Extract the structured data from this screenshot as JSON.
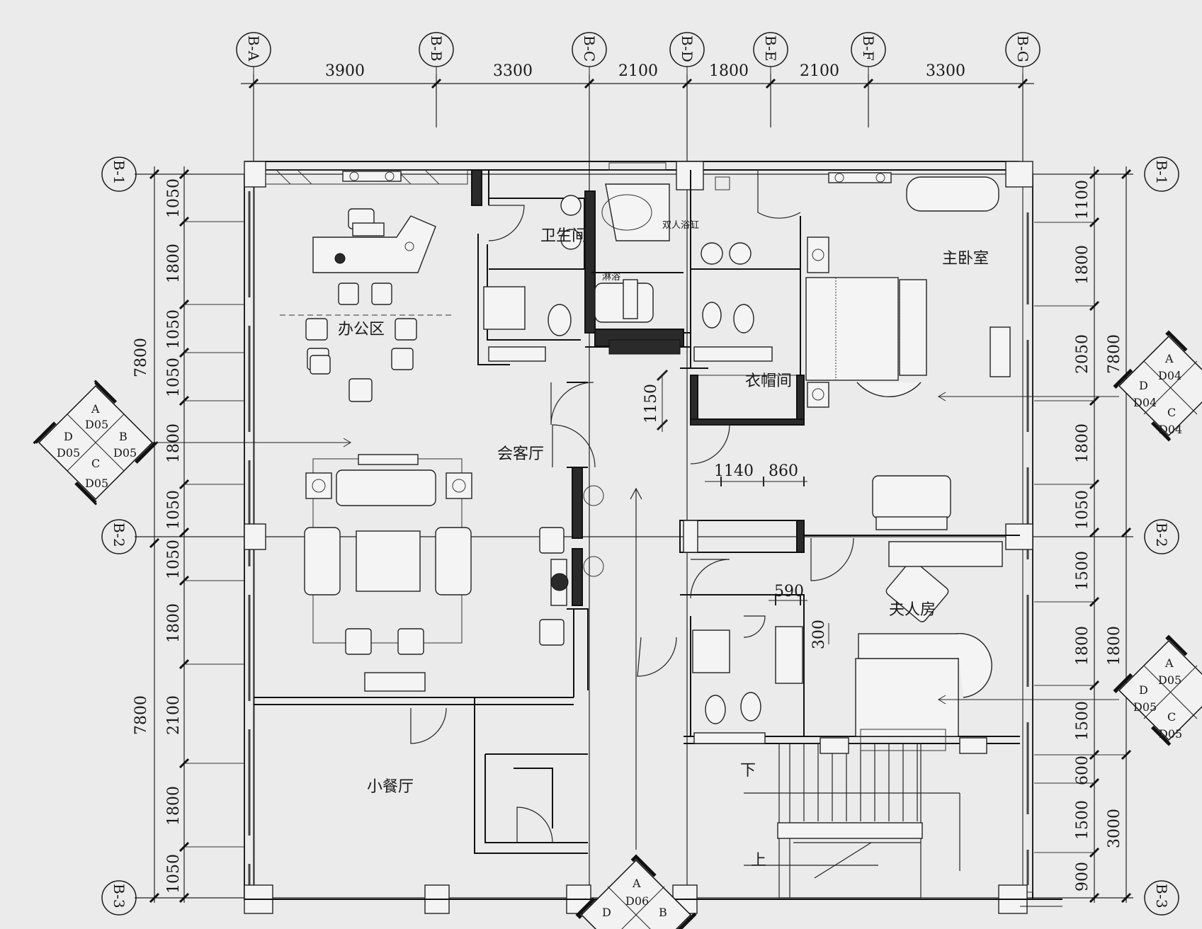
{
  "grid_top": [
    "B-A",
    "B-B",
    "B-C",
    "B-D",
    "B-E",
    "B-F",
    "B-G"
  ],
  "grid_side": [
    "B-1",
    "B-2",
    "B-3"
  ],
  "dims_top": [
    "3900",
    "3300",
    "2100",
    "1800",
    "2100",
    "3300"
  ],
  "dims_left": [
    "1050",
    "1800",
    "1050",
    "1050",
    "1800",
    "1050",
    "1050",
    "1800",
    "2100",
    "1800",
    "1050"
  ],
  "dims_left_total": [
    "7800",
    "7800"
  ],
  "dims_right": [
    "1100",
    "1800",
    "2050",
    "1800",
    "1050",
    "1500",
    "1800",
    "1500",
    "600",
    "1500",
    "900"
  ],
  "dims_right_total": [
    "7800",
    "1800",
    "3000"
  ],
  "dims_inner": {
    "d1150": "1150",
    "d1140": "1140",
    "d860": "860",
    "d590": "590",
    "d300": "300"
  },
  "rooms": {
    "office": "办公区",
    "bath": "卫生间",
    "master": "主卧室",
    "reception": "会客厅",
    "wardrobe": "衣帽间",
    "madam": "夫人房",
    "dining": "小餐厅",
    "shower": "淋浴",
    "tub": "双人浴缸",
    "down": "下",
    "up": "上"
  },
  "refs": {
    "ref_left": {
      "a": "A",
      "b": "B",
      "c": "C",
      "d": "D",
      "code": "D05"
    },
    "ref_right1": {
      "a": "A",
      "c": "C",
      "d": "D",
      "code": "D04"
    },
    "ref_right2": {
      "a": "A",
      "c": "C",
      "d": "D",
      "code": "D05"
    },
    "ref_bottom": {
      "a": "A",
      "b": "B",
      "d": "D",
      "code": "D06"
    }
  }
}
